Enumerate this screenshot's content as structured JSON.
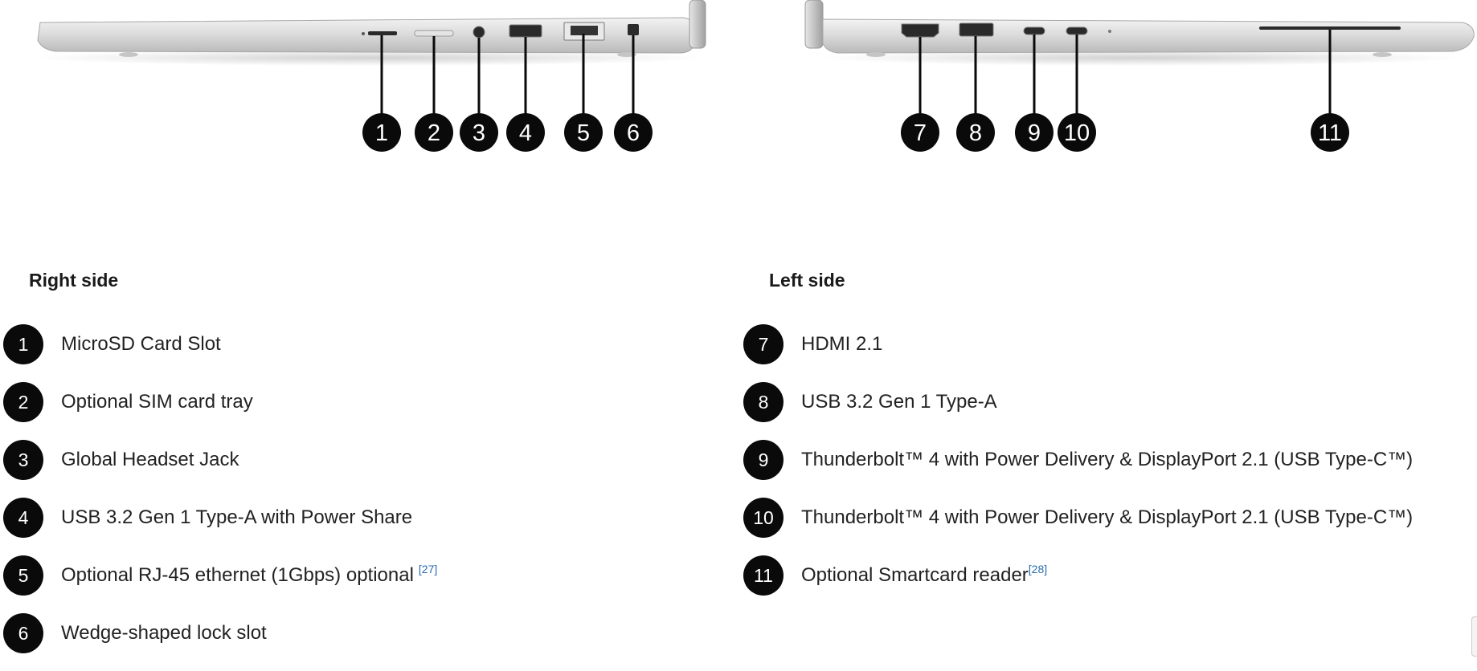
{
  "diagram": {
    "right_side_callouts": [
      "1",
      "2",
      "3",
      "4",
      "5",
      "6"
    ],
    "left_side_callouts": [
      "7",
      "8",
      "9",
      "10",
      "11"
    ]
  },
  "right_side": {
    "title": "Right side",
    "items": [
      {
        "num": "1",
        "label": "MicroSD Card Slot",
        "ref": ""
      },
      {
        "num": "2",
        "label": "Optional SIM card tray",
        "ref": ""
      },
      {
        "num": "3",
        "label": "Global Headset Jack",
        "ref": ""
      },
      {
        "num": "4",
        "label": "USB 3.2 Gen 1 Type-A with Power Share",
        "ref": ""
      },
      {
        "num": "5",
        "label": "Optional RJ-45 ethernet (1Gbps) optional",
        "ref": "[27]"
      },
      {
        "num": "6",
        "label": "Wedge-shaped lock slot",
        "ref": ""
      }
    ]
  },
  "left_side": {
    "title": "Left side",
    "items": [
      {
        "num": "7",
        "label": "HDMI 2.1",
        "ref": ""
      },
      {
        "num": "8",
        "label": "USB 3.2 Gen 1 Type-A",
        "ref": ""
      },
      {
        "num": "9",
        "label": "Thunderbolt™ 4 with Power Delivery & DisplayPort 2.1 (USB Type-C™)",
        "ref": ""
      },
      {
        "num": "10",
        "label": "Thunderbolt™ 4 with Power Delivery & DisplayPort 2.1 (USB Type-C™)",
        "ref": ""
      },
      {
        "num": "11",
        "label": "Optional Smartcard reader",
        "ref": "[28]"
      }
    ]
  },
  "colors": {
    "badge": "#0a0a0a",
    "laptop_body": "#d9d9d9",
    "reference_link": "#2b6cb0"
  }
}
